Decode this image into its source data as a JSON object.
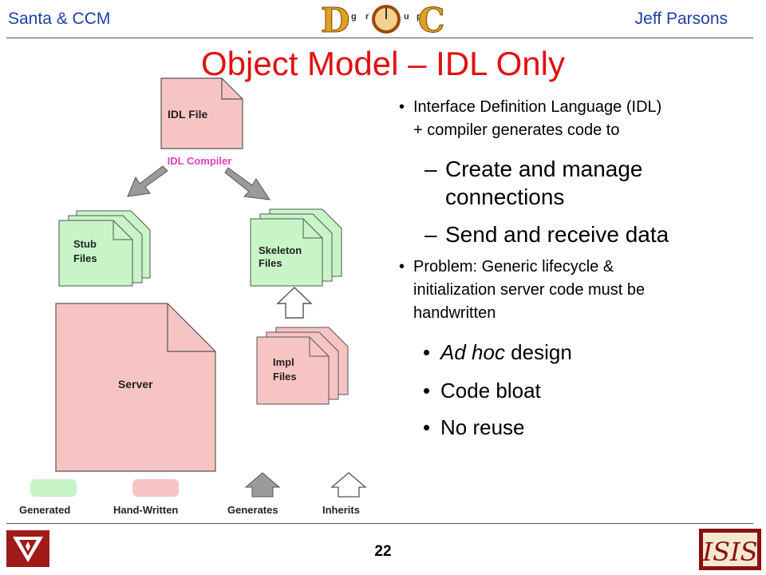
{
  "header": {
    "left": "Santa & CCM",
    "right": "Jeff Parsons",
    "center_logo": "DOC Group logo"
  },
  "slide": {
    "title": "Object Model – IDL Only",
    "page_number": "22"
  },
  "bullets": {
    "b1_line1": "Interface Definition Language (IDL)",
    "b1_line2": "+ compiler generates code to",
    "sub1_line1": "Create and manage",
    "sub1_line2": "connections",
    "sub2": "Send and receive data",
    "b2_line1": "Problem: Generic lifecycle &",
    "b2_line2": "initialization server code must be",
    "b2_line3": "handwritten",
    "s1_italic": "Ad hoc",
    "s1_rest": " design",
    "s2": "Code bloat",
    "s3": "No reuse"
  },
  "diagram": {
    "idl_file": "IDL File",
    "idl_compiler": "IDL Compiler",
    "stub_line1": "Stub",
    "stub_line2": "Files",
    "skel_line1": "Skeleton",
    "skel_line2": "Files",
    "server": "Server",
    "impl_line1": "Impl",
    "impl_line2": "Files",
    "legend": {
      "generated": "Generated",
      "handwritten": "Hand-Written",
      "generates": "Generates",
      "inherits": "Inherits"
    },
    "colors": {
      "generated_fill": "#c8f5c8",
      "handwritten_fill": "#f7c4c4",
      "compiler_label": "#e040c0",
      "arrow_gray": "#9a9a9a"
    }
  },
  "footer": {
    "left_logo": "Vanderbilt logo",
    "right_logo": "ISIS logo"
  }
}
